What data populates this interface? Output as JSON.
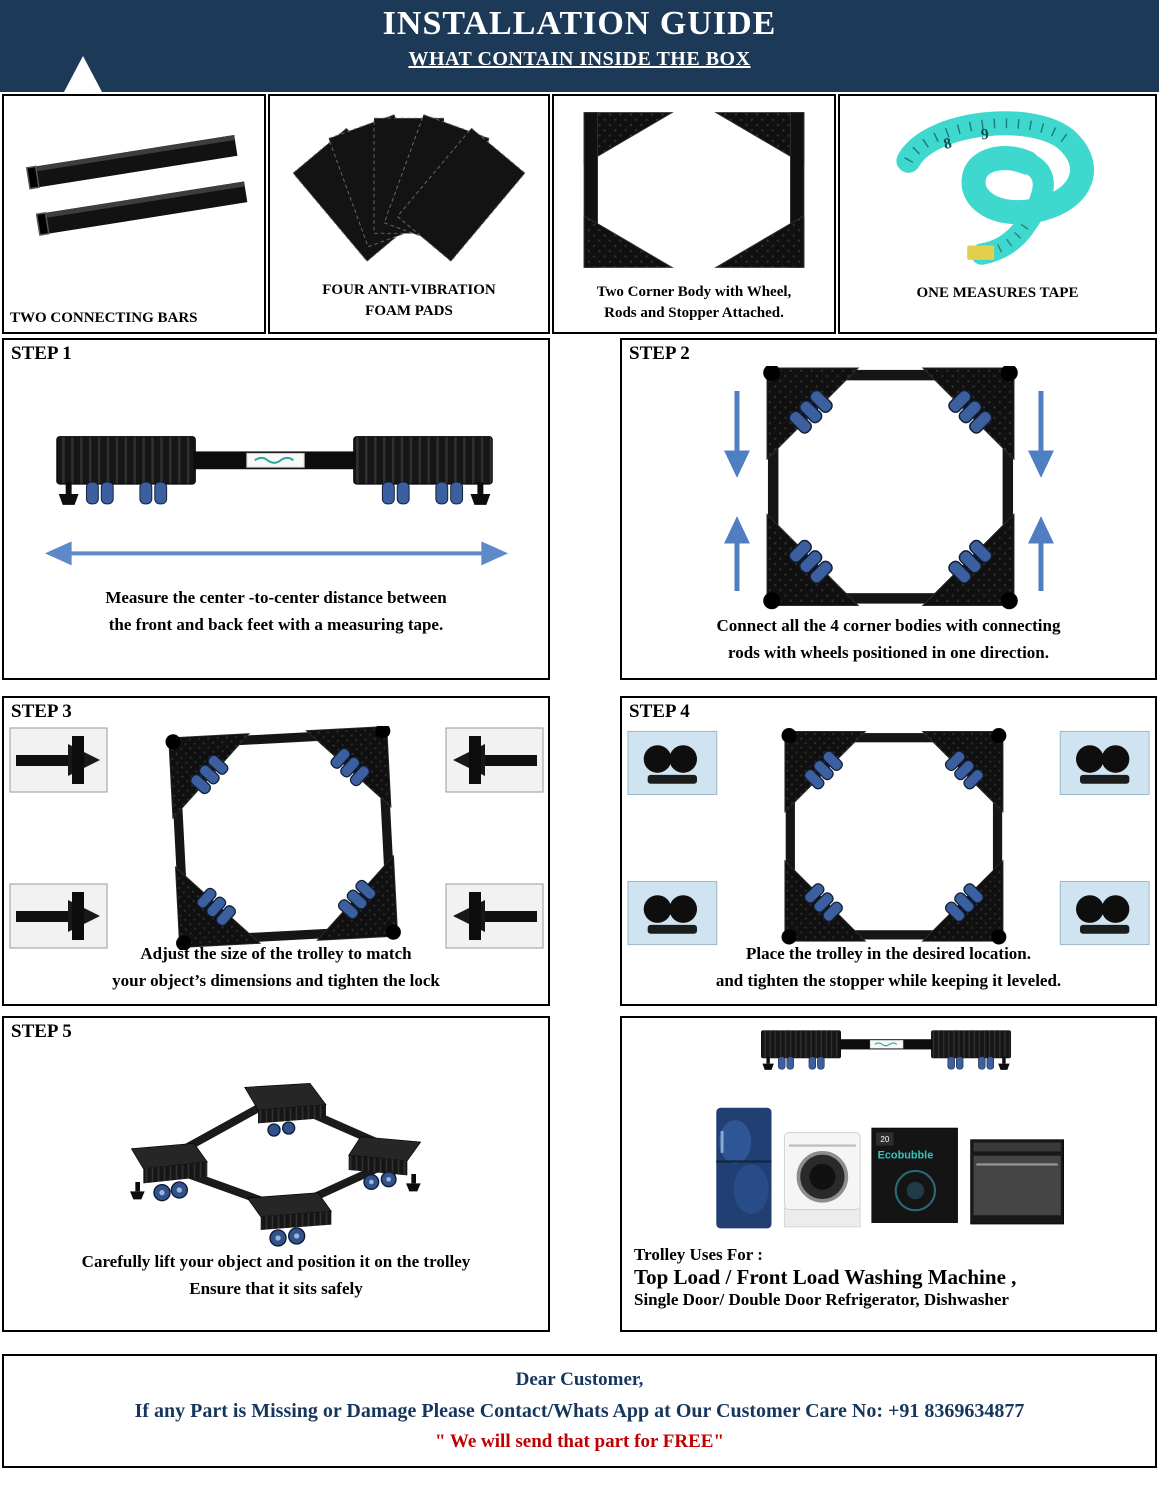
{
  "colors": {
    "header_bg": "#1c3a57",
    "navy_text": "#17365d",
    "red_text": "#c00000",
    "arrow_blue": "#5d89c8",
    "wheel_blue": "#3b5f9f",
    "tape_teal": "#3ed8ce"
  },
  "header": {
    "title": "INSTALLATION GUIDE",
    "subtitle": "WHAT CONTAIN INSIDE THE BOX"
  },
  "parts": [
    {
      "label": "TWO CONNECTING BARS"
    },
    {
      "label_line1": "FOUR ANTI-VIBRATION",
      "label_line2": "FOAM PADS"
    },
    {
      "label_line1": "Two Corner Body with Wheel,",
      "label_line2": "Rods and Stopper Attached."
    },
    {
      "label": "ONE MEASURES TAPE",
      "tape_numbers": [
        "8",
        "9"
      ]
    }
  ],
  "steps": [
    {
      "title": "STEP 1",
      "caption": [
        "Measure the center -to-center distance between",
        "the front and back feet with a measuring tape."
      ]
    },
    {
      "title": "STEP 2",
      "caption": [
        "Connect all the 4 corner bodies with connecting",
        "rods with wheels positioned in one direction."
      ]
    },
    {
      "title": "STEP 3",
      "caption": [
        "Adjust the size of the trolley to match",
        "your object’s dimensions and tighten the lock"
      ]
    },
    {
      "title": "STEP 4",
      "caption": [
        "Place the trolley in the desired location.",
        "and tighten the stopper while keeping it leveled."
      ]
    },
    {
      "title": "STEP 5",
      "caption": [
        "Carefully lift your object and position it on the trolley",
        "Ensure that it sits safely"
      ]
    }
  ],
  "uses": {
    "heading": "Trolley Uses For :",
    "line1": "Top Load / Front Load Washing Machine ,",
    "line2": "Single Door/ Double Door Refrigerator, Dishwasher",
    "box_brand": "Ecobubble",
    "box_badge": "20"
  },
  "footer": {
    "line1": "Dear Customer,",
    "line2": "If any Part is Missing or Damage Please Contact/Whats App at Our Customer Care No:  +91 8369634877",
    "line3": "\" We will send that part for FREE\""
  }
}
